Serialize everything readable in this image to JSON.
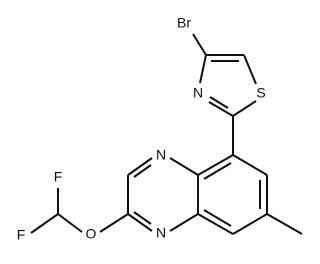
{
  "molecule": {
    "atoms": {
      "br": "Br",
      "n_thiazole": "N",
      "s_thiazole": "S",
      "n_top": "N",
      "n_bottom": "N",
      "o": "O",
      "f_top": "F",
      "f_bottom": "F"
    }
  }
}
